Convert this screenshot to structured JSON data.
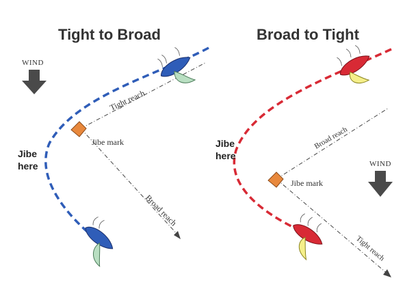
{
  "panels": {
    "left": {
      "title": "Tight to Broad",
      "wind": "WIND",
      "jibe_line1": "Jibe",
      "jibe_line2": "here",
      "mark_label": "Jibe mark",
      "reach_upper": "Tight reach",
      "reach_lower": "Broad reach",
      "path_color": "#2f5db8"
    },
    "right": {
      "title": "Broad to Tight",
      "wind": "WIND",
      "jibe_line1": "Jibe",
      "jibe_line2": "here",
      "mark_label": "Jibe mark",
      "reach_upper": "Broad reach",
      "reach_lower": "Tight reach",
      "path_color": "#d82a35"
    }
  },
  "colors": {
    "blue_hull": "#2f5db8",
    "green_sail": "#b9dfc2",
    "red_hull": "#d82a35",
    "yellow_sail": "#f5ef8a",
    "mark": "#e8883c",
    "wind_arrow": "#4a4a4a"
  },
  "icons": [
    "wind-arrow-icon",
    "jibe-mark-icon",
    "sailboat-icon"
  ]
}
